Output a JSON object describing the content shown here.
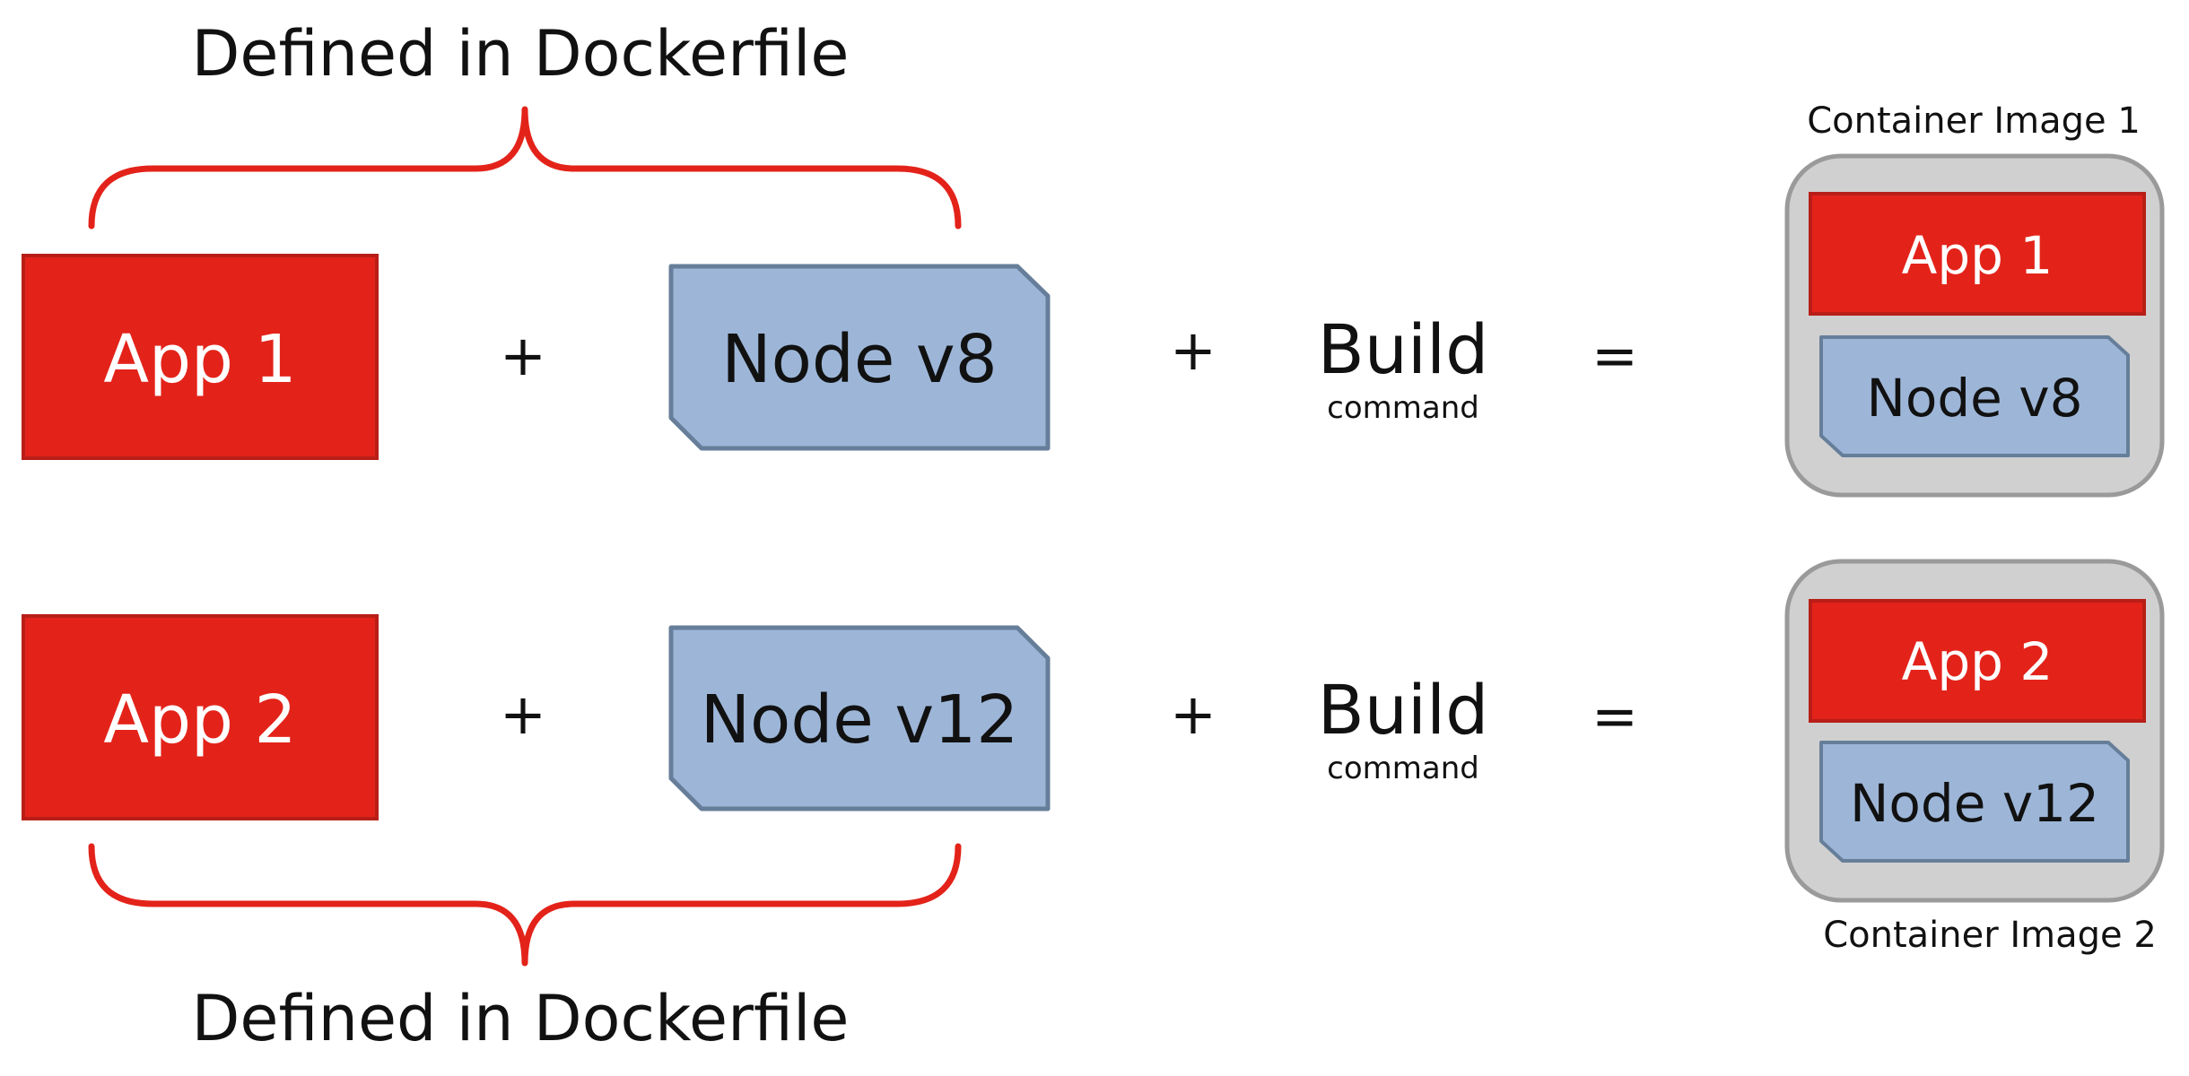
{
  "braces": {
    "top_label": "Defined in Dockerfile",
    "bottom_label": "Defined in Dockerfile"
  },
  "rows": [
    {
      "app": "App 1",
      "node": "Node v8",
      "plus1": "+",
      "plus2": "+",
      "build": "Build",
      "build_sub": "command",
      "equals": "=",
      "image_title": "Container Image 1",
      "image_app": "App 1",
      "image_node": "Node v8"
    },
    {
      "app": "App 2",
      "node": "Node v12",
      "plus1": "+",
      "plus2": "+",
      "build": "Build",
      "build_sub": "command",
      "equals": "=",
      "image_title": "Container Image 2",
      "image_app": "App 2",
      "image_node": "Node v12"
    }
  ],
  "colors": {
    "app_red": "#E3231A",
    "app_red_border": "#B81E17",
    "node_blue": "#9DB6D8",
    "node_blue_border": "#667E99",
    "brace_red": "#E3231A",
    "container_grey": "#D0D0D0",
    "container_border": "#9A9A9A"
  }
}
